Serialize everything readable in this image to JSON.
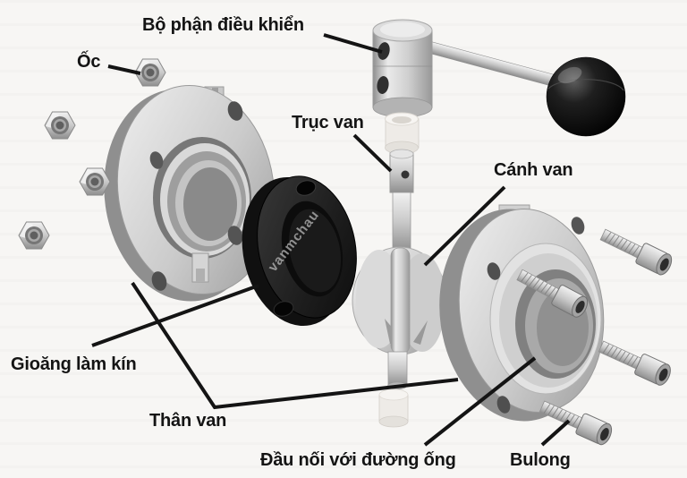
{
  "diagram": {
    "background": "#f7f6f4",
    "labels": {
      "control": "Bộ phận điều khiển",
      "nut": "Ốc",
      "stem": "Trục van",
      "disc": "Cánh van",
      "gasket": "Gioăng làm kín",
      "body": "Thân van",
      "pipe_connector": "Đầu nối với đường ống",
      "bolt": "Bulong"
    },
    "watermark": "vanmchau",
    "colors": {
      "label_text": "#141414",
      "leader_line": "#141414",
      "metal_light": "#ededed",
      "metal_dark": "#8e8e8e",
      "gasket_black": "#1c1c1c",
      "knob_black": "#0a0a0a",
      "bushing_white": "#efece8"
    }
  }
}
